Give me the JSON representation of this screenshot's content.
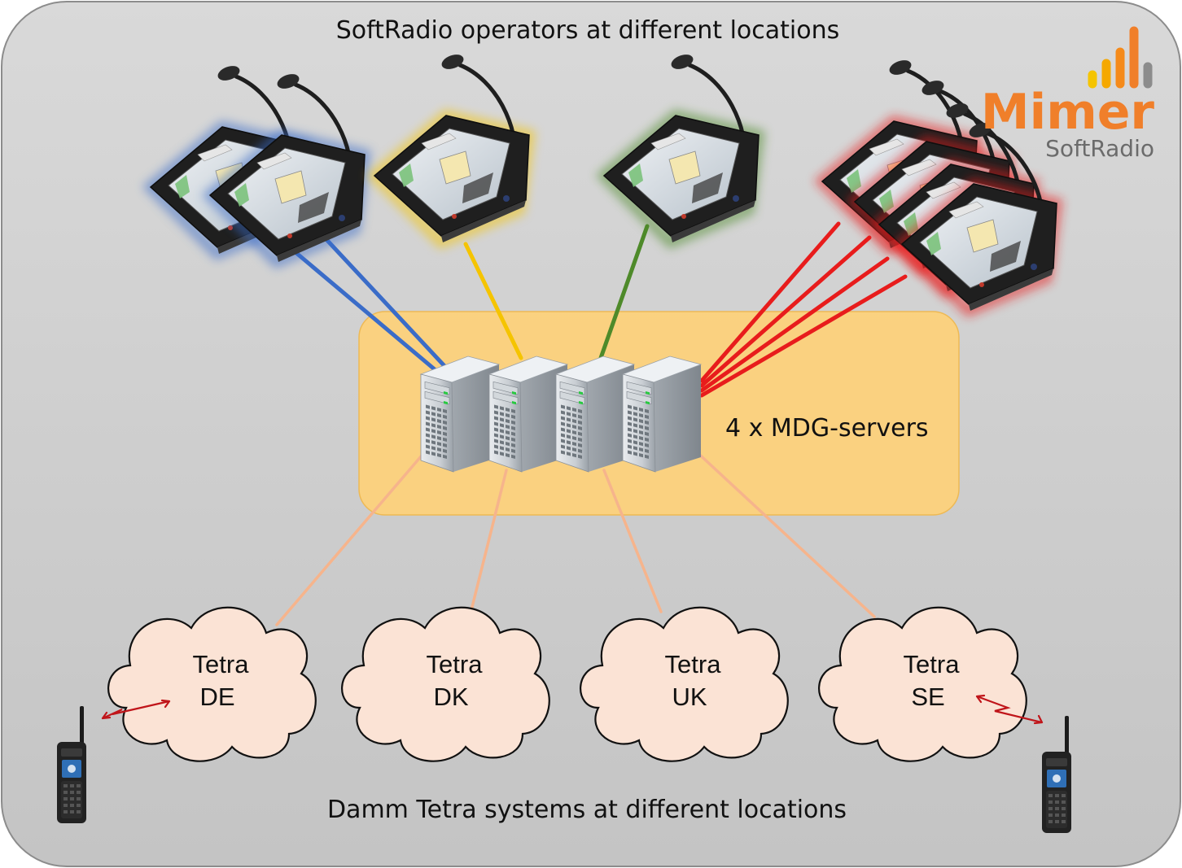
{
  "title_top": "SoftRadio operators at different locations",
  "title_bottom": "Damm Tetra systems at different locations",
  "server_label": "4 x MDG-servers",
  "logo": {
    "name": "Mimer",
    "sub": "SoftRadio"
  },
  "operator_groups": [
    {
      "name": "blue-group",
      "color": "#3a6cc8",
      "consoles": 2
    },
    {
      "name": "yellow-group",
      "color": "#f5c400",
      "consoles": 1
    },
    {
      "name": "green-group",
      "color": "#4e8a2a",
      "consoles": 1
    },
    {
      "name": "red-group",
      "color": "#e81c1c",
      "consoles": 4
    }
  ],
  "servers": [
    {
      "name": "server-1"
    },
    {
      "name": "server-2"
    },
    {
      "name": "server-3"
    },
    {
      "name": "server-4"
    }
  ],
  "clouds": [
    {
      "name": "tetra-de",
      "line1": "Tetra",
      "line2": "DE"
    },
    {
      "name": "tetra-dk",
      "line1": "Tetra",
      "line2": "DK"
    },
    {
      "name": "tetra-uk",
      "line1": "Tetra",
      "line2": "UK"
    },
    {
      "name": "tetra-se",
      "line1": "Tetra",
      "line2": "SE"
    }
  ],
  "colors": {
    "background": "#cfcfcf",
    "server_area": "#fdd27c",
    "cloud_fill": "#fbe3d5",
    "tetra_link": "#f6b48c",
    "radio_link": "#c0151a"
  }
}
